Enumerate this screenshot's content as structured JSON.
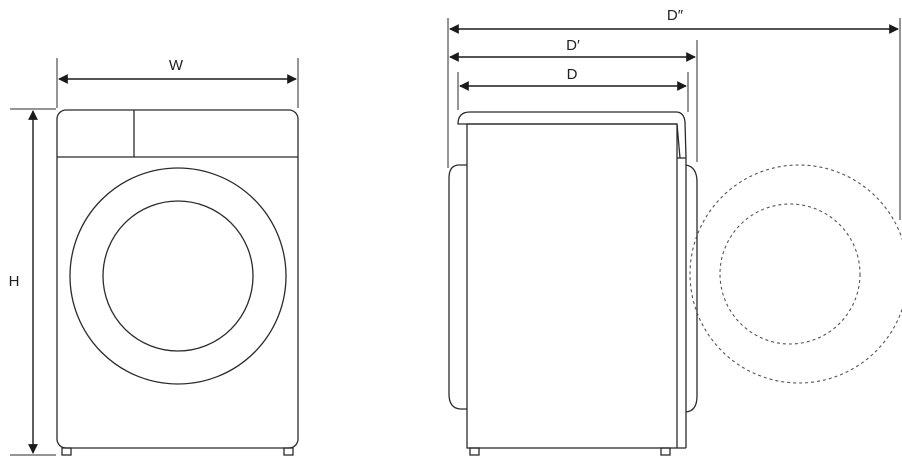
{
  "labels": {
    "width": "W",
    "height": "H",
    "depth": "D",
    "depth_with_door": "D′",
    "depth_door_open": "D″"
  },
  "colors": {
    "stroke": "#2b2b2b",
    "dashed": "#555555",
    "background": "#ffffff"
  }
}
